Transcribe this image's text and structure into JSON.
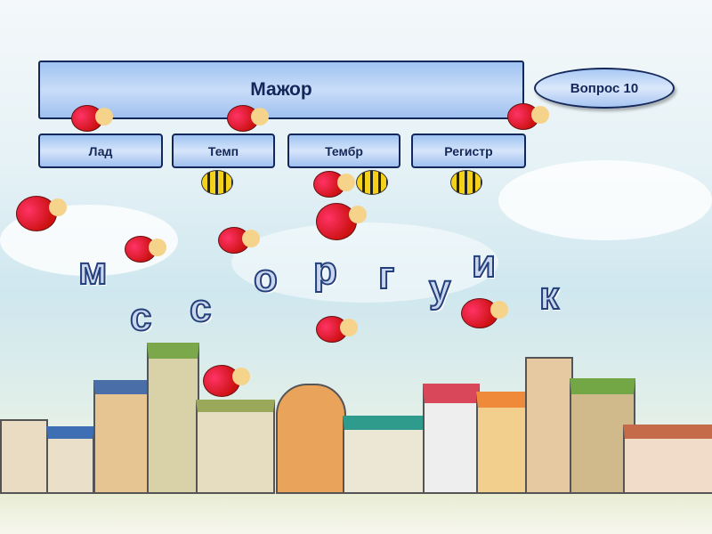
{
  "question": {
    "title": "Мажор",
    "number_label": "Вопрос 10"
  },
  "answers": [
    "Лад",
    "Темп",
    "Тембр",
    "Регистр"
  ],
  "letters": [
    "м",
    "с",
    "с",
    "о",
    "р",
    "г",
    "у",
    "и",
    "к"
  ]
}
